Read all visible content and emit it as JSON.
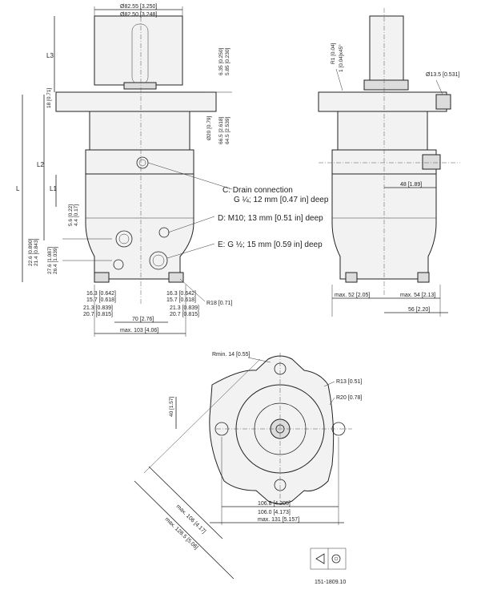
{
  "front_view": {
    "dims": {
      "shaft_dia_1": "Ø82.55 [3.250]",
      "shaft_dia_2": "Ø82.50 [3.248]",
      "l3": "L3",
      "l2": "L2",
      "l1": "L1",
      "l": "L",
      "flange_18": "18 [0.71]",
      "pilot_635": "6.35 [0.250]",
      "pilot_585": "5.85 [0.230]",
      "d20": "Ø20 [0.79]",
      "d665": "66.5 [2.618]",
      "d645": "64.5 [2.539]",
      "d56": "5.6 [0.22]",
      "d44": "4.4 [0.17]",
      "d226": "22.6 [0.890]",
      "d214": "21.4 [0.843]",
      "d276": "27.6 [1.087]",
      "d264": "26.4 [1.039]",
      "b163_left": "16.3 [0.642]",
      "b157_left": "15.7 [0.618]",
      "b163_right": "16.3 [0.642]",
      "b157_right": "15.7 [0.618]",
      "b213_left": "21.3 [0.839]",
      "b207_left": "20.7 [0.815]",
      "b213_right": "21.3 [0.839]",
      "b207_right": "20.7 [0.815]",
      "b70": "70 [2.76]",
      "b103": "max. 103 [4.06]",
      "r18": "R18 [0.71]"
    },
    "callouts": {
      "c_line1": "C:  Drain connection",
      "c_line2": "G ¼; 12 mm [0.47 in] deep",
      "d_line": "D:  M10; 13 mm [0.51 in] deep",
      "e_line": "E:  G ½; 15 mm [0.59 in] deep"
    }
  },
  "side_view": {
    "dims": {
      "r1": "R1 [0.04]",
      "chamfer": "1 [0.04]x45°",
      "d135": "Ø13.5 [0.531]",
      "d48": "48 [1.89]",
      "max52": "max. 52 [2.05]",
      "max54": "max. 54 [2.13]",
      "d56": "56 [2.20]"
    }
  },
  "bottom_view": {
    "dims": {
      "rmin14": "Rmin. 14 [0.55]",
      "r13": "R13 [0.51]",
      "r20": "R20 [0.78]",
      "d40": "40 [1.57]",
      "d1068": "106.8 [4.205]",
      "d1060": "106.0 [4.173]",
      "max131": "max. 131 [5.157]",
      "max106": "max. 106 [4.17]",
      "max128": "max. 128.5 [5.06]"
    }
  },
  "drawing_number": "151-1809.10"
}
